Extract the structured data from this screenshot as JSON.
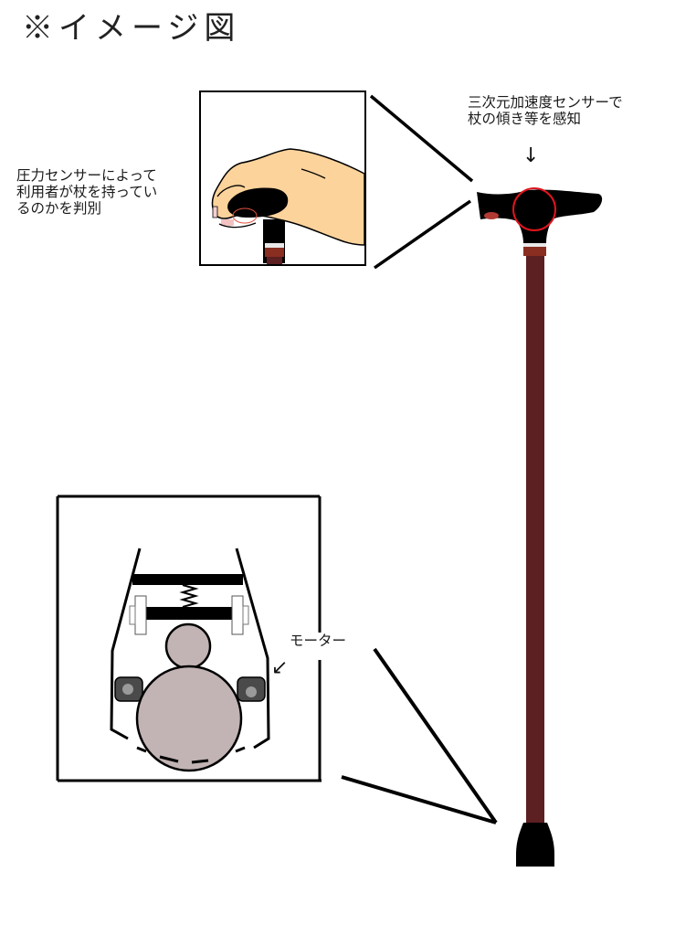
{
  "title": "※イメージ図",
  "annotations": {
    "accelerometer": "三次元加速度センサーで\n杖の傾き等を感知",
    "pressure_sensor": "圧力センサーによって\n利用者が杖を持ってい\nるのかを判別",
    "motor": "モーター"
  },
  "arrows": {
    "down": "↓",
    "down_left": "↙"
  },
  "colors": {
    "cane_shaft": "#5c1f22",
    "cane_collar": "#8a2e22",
    "cane_handle": "#000000",
    "sensor_circle": "#e0141e",
    "skin": "#fcd39b",
    "person_head": "#c2b4b4",
    "motor_body": "#4a4a4a",
    "motor_wheel": "#9a9a9a"
  }
}
